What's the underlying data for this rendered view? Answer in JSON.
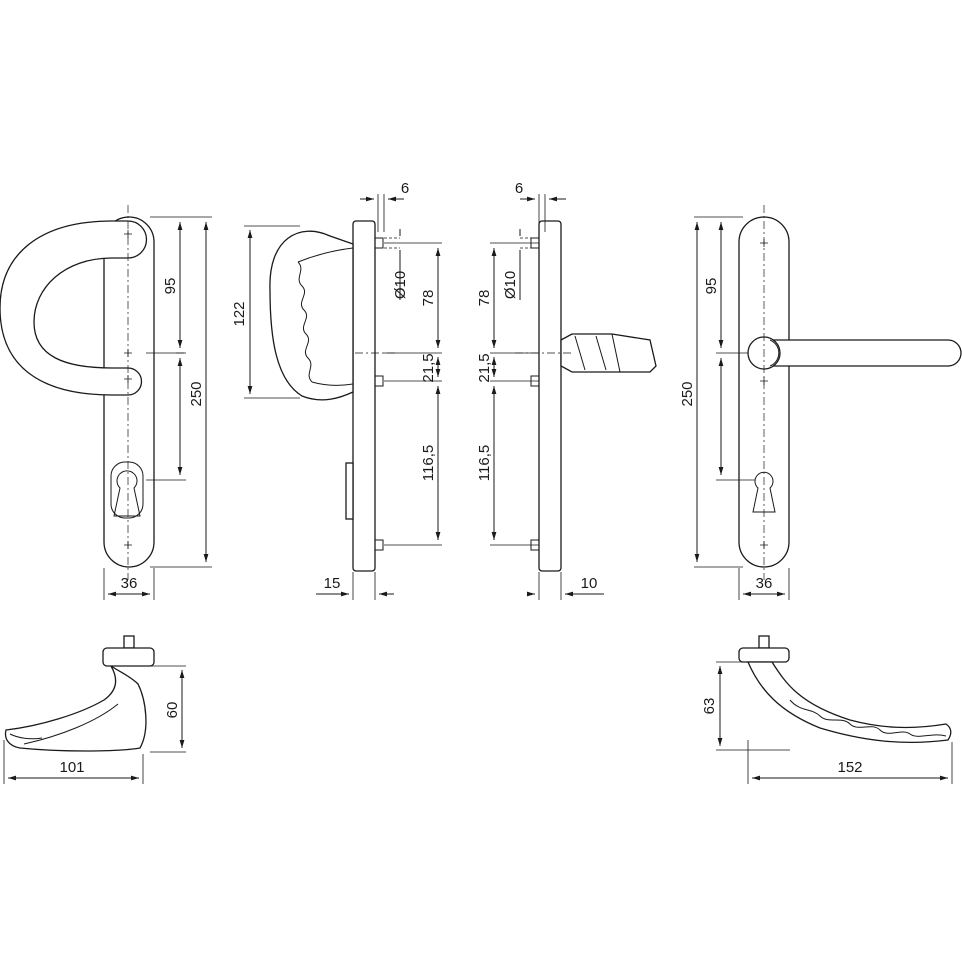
{
  "dimensions": {
    "view1": {
      "width": "36",
      "upper": "95",
      "total": "250"
    },
    "view2": {
      "height": "122",
      "offset": "15"
    },
    "view3": {
      "top": "6",
      "hole": "Ø10",
      "upper": "78",
      "mid": "21,5",
      "lower": "116,5"
    },
    "view4": {
      "top": "6",
      "hole": "Ø10",
      "upper": "78",
      "mid": "21,5",
      "lower": "116,5",
      "offset": "10"
    },
    "view5": {
      "upper": "95",
      "total": "250",
      "width": "36"
    },
    "knob_left": {
      "height": "60",
      "length": "101"
    },
    "lever_right": {
      "height": "63",
      "length": "152"
    }
  },
  "colors": {
    "line": "#1a1a1a",
    "background": "#ffffff"
  }
}
